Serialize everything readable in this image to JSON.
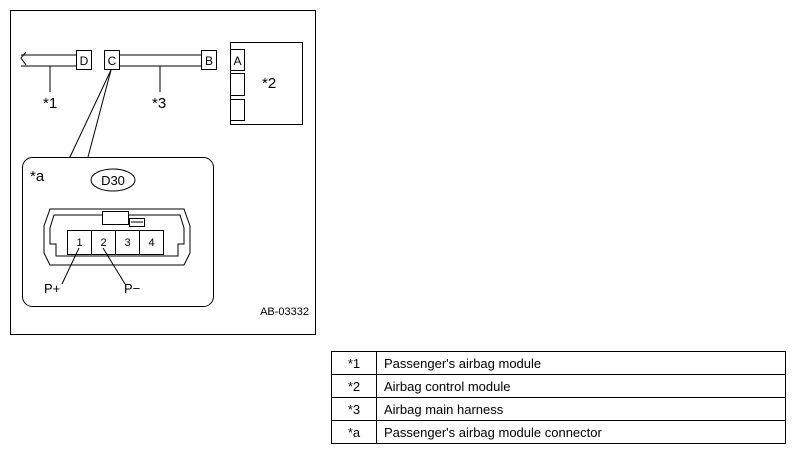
{
  "connectors": {
    "d": "D",
    "c": "C",
    "b": "B",
    "a": "A"
  },
  "callouts": {
    "passenger_module": "*1",
    "main_harness": "*3",
    "control_module": "*2",
    "detail": "*a"
  },
  "detail": {
    "connector_code": "D30",
    "pins": [
      "1",
      "2",
      "3",
      "4"
    ],
    "pin_plus": "P+",
    "pin_minus": "P−"
  },
  "figure_code": "AB-03332",
  "legend": [
    {
      "key": "*1",
      "desc": "Passenger's airbag module"
    },
    {
      "key": "*2",
      "desc": "Airbag control module"
    },
    {
      "key": "*3",
      "desc": "Airbag main harness"
    },
    {
      "key": "*a",
      "desc": "Passenger's airbag module connector"
    }
  ],
  "colors": {
    "line": "#000000",
    "background": "#ffffff"
  }
}
